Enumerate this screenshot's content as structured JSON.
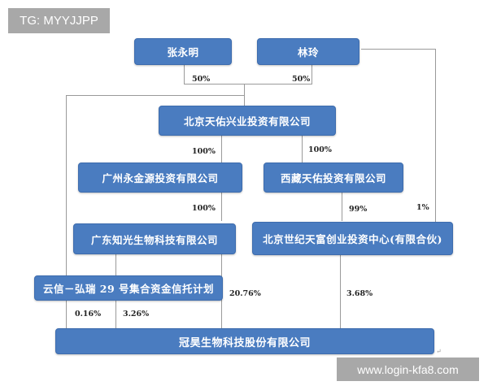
{
  "watermarks": {
    "top_left": "TG: MYYJJPP",
    "bottom_right": "www.login-kfa8.com"
  },
  "colors": {
    "box_fill": "#4a7cc0",
    "box_text": "#ffffff",
    "connector": "#9a9a9a",
    "watermark_bg": "#a8a8a8"
  },
  "nodes": {
    "zhang_yongming": "张永明",
    "lin_ling": "林玲",
    "beijing_tianyou_xingye": "北京天佑兴业投资有限公司",
    "guangzhou_yongjinyuan": "广州永金源投资有限公司",
    "xizang_tianyou": "西藏天佑投资有限公司",
    "guangdong_zhiguang": "广东知光生物科技有限公司",
    "beijing_shiji_tianfu": "北京世纪天富创业投资中心(有限合伙)",
    "yunxin_hongrui_trust": "云信－弘瑞 29 号集合资金信托计划",
    "guanhao_bio": "冠昊生物科技股份有限公司"
  },
  "edges": {
    "zhang_to_tianyou": "50%",
    "lin_to_tianyou": "50%",
    "tianyou_to_guangzhou": "100%",
    "tianyou_to_xizang": "100%",
    "guangzhou_to_guangdong": "100%",
    "xizang_to_shiji": "99%",
    "lin_to_shiji": "1%",
    "zhang_to_guanhao": "0.16%",
    "trust_to_guanhao": "3.26%",
    "guangdong_to_guanhao": "20.76%",
    "shiji_to_guanhao": "3.68%"
  },
  "return_mark": "↵"
}
